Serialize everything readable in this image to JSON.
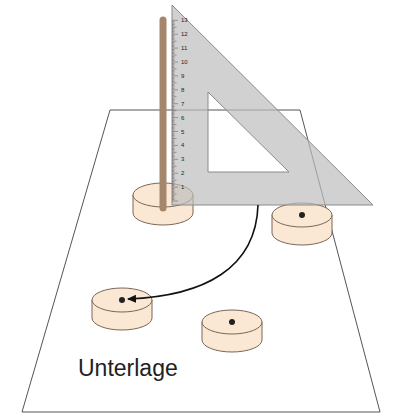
{
  "diagram": {
    "labels": [
      "Unterlage",
      "1",
      "2",
      "3",
      "4",
      "5",
      "6",
      "7",
      "8",
      "9",
      "10",
      "11",
      "12",
      "13"
    ]
  }
}
